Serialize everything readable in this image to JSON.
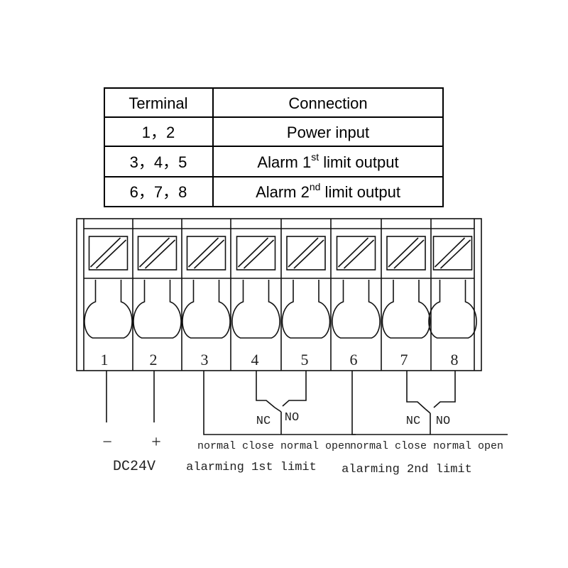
{
  "table": {
    "headers": [
      "Terminal",
      "Connection"
    ],
    "rows": [
      {
        "terminals": "1，2",
        "connection": "Power input",
        "sup": ""
      },
      {
        "terminals": "3，4，5",
        "connection_pre": "Alarm 1",
        "sup": "st",
        "connection_post": " limit output"
      },
      {
        "terminals": "6，7，8",
        "connection_pre": "Alarm 2",
        "sup": "nd",
        "connection_post": " limit output"
      }
    ]
  },
  "terminals": [
    "1",
    "2",
    "3",
    "4",
    "5",
    "6",
    "7",
    "8"
  ],
  "power": {
    "minus": "−",
    "plus": "+",
    "label": "DC24V"
  },
  "alarm1": {
    "nc": "NC",
    "no": "NO",
    "desc": "normal close normal open",
    "label": "alarming 1st limit"
  },
  "alarm2": {
    "nc": "NC",
    "no": "NO",
    "desc": "normal close normal open",
    "label": "alarming 2nd limit"
  }
}
